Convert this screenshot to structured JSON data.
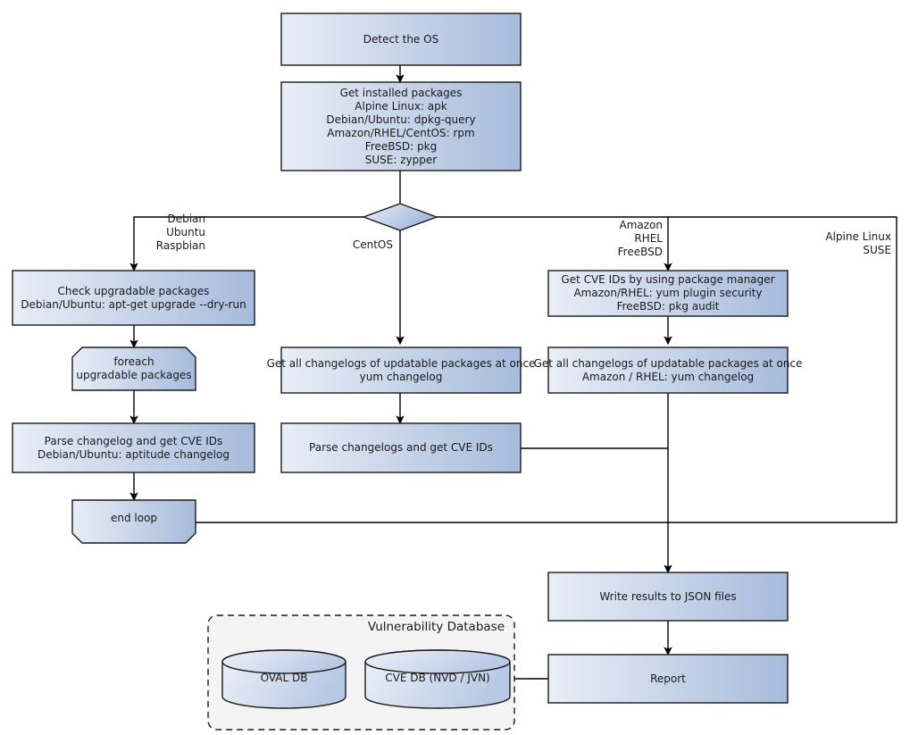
{
  "diagram": {
    "title": "Vulnerability scanning flowchart",
    "colors": {
      "box_fill_start": "#e7ecf6",
      "box_fill_end": "#a8bcdc",
      "box_stroke": "#1a1a1a",
      "group_fill": "#f4f4f4",
      "group_stroke": "#1a1a1a",
      "edge_stroke": "#000000",
      "text": "#1a1a1a"
    }
  },
  "nodes": {
    "detect_os": {
      "lines": [
        "Detect the OS"
      ]
    },
    "get_installed_packages": {
      "lines": [
        "Get installed packages",
        "Alpine Linux: apk",
        "Debian/Ubuntu: dpkg-query",
        "Amazon/RHEL/CentOS: rpm",
        "FreeBSD: pkg",
        "SUSE: zypper"
      ]
    },
    "os_decision": {
      "lines": []
    },
    "check_upgradable": {
      "lines": [
        "Check upgradable packages",
        "Debian/Ubuntu: apt-get upgrade --dry-run"
      ]
    },
    "foreach_loop": {
      "lines": [
        "foreach",
        "upgradable  packages"
      ]
    },
    "parse_changelog_deb": {
      "lines": [
        "Parse changelog and get  CVE IDs",
        "Debian/Ubuntu: aptitude changelog"
      ]
    },
    "end_loop": {
      "lines": [
        "end loop"
      ]
    },
    "changelogs_centos": {
      "lines": [
        "Get all changelogs of updatable packages at once",
        "yum changelog"
      ]
    },
    "parse_changelogs_centos": {
      "lines": [
        "Parse changelogs and get CVE IDs"
      ]
    },
    "get_cve_ids_pkgmgr": {
      "lines": [
        "Get CVE IDs by using package manager",
        "Amazon/RHEL: yum plugin security",
        "FreeBSD: pkg audit"
      ]
    },
    "changelogs_amazon": {
      "lines": [
        "Get all changelogs of updatable packages at once",
        "Amazon / RHEL: yum changelog"
      ]
    },
    "write_json": {
      "lines": [
        "Write results to JSON files"
      ]
    },
    "report": {
      "lines": [
        "Report"
      ]
    }
  },
  "edge_labels": {
    "debian_branch": [
      "Debian",
      "Ubuntu",
      "Raspbian"
    ],
    "centos_branch": [
      "CentOS"
    ],
    "amazon_branch": [
      "Amazon",
      "RHEL",
      "FreeBSD"
    ],
    "alpine_branch": [
      "Alpine Linux",
      "SUSE"
    ]
  },
  "group": {
    "vulnerability_database": {
      "title": "Vulnerability Database",
      "databases": [
        {
          "label": "OVAL DB"
        },
        {
          "label": "CVE DB (NVD / JVN)"
        }
      ]
    }
  }
}
